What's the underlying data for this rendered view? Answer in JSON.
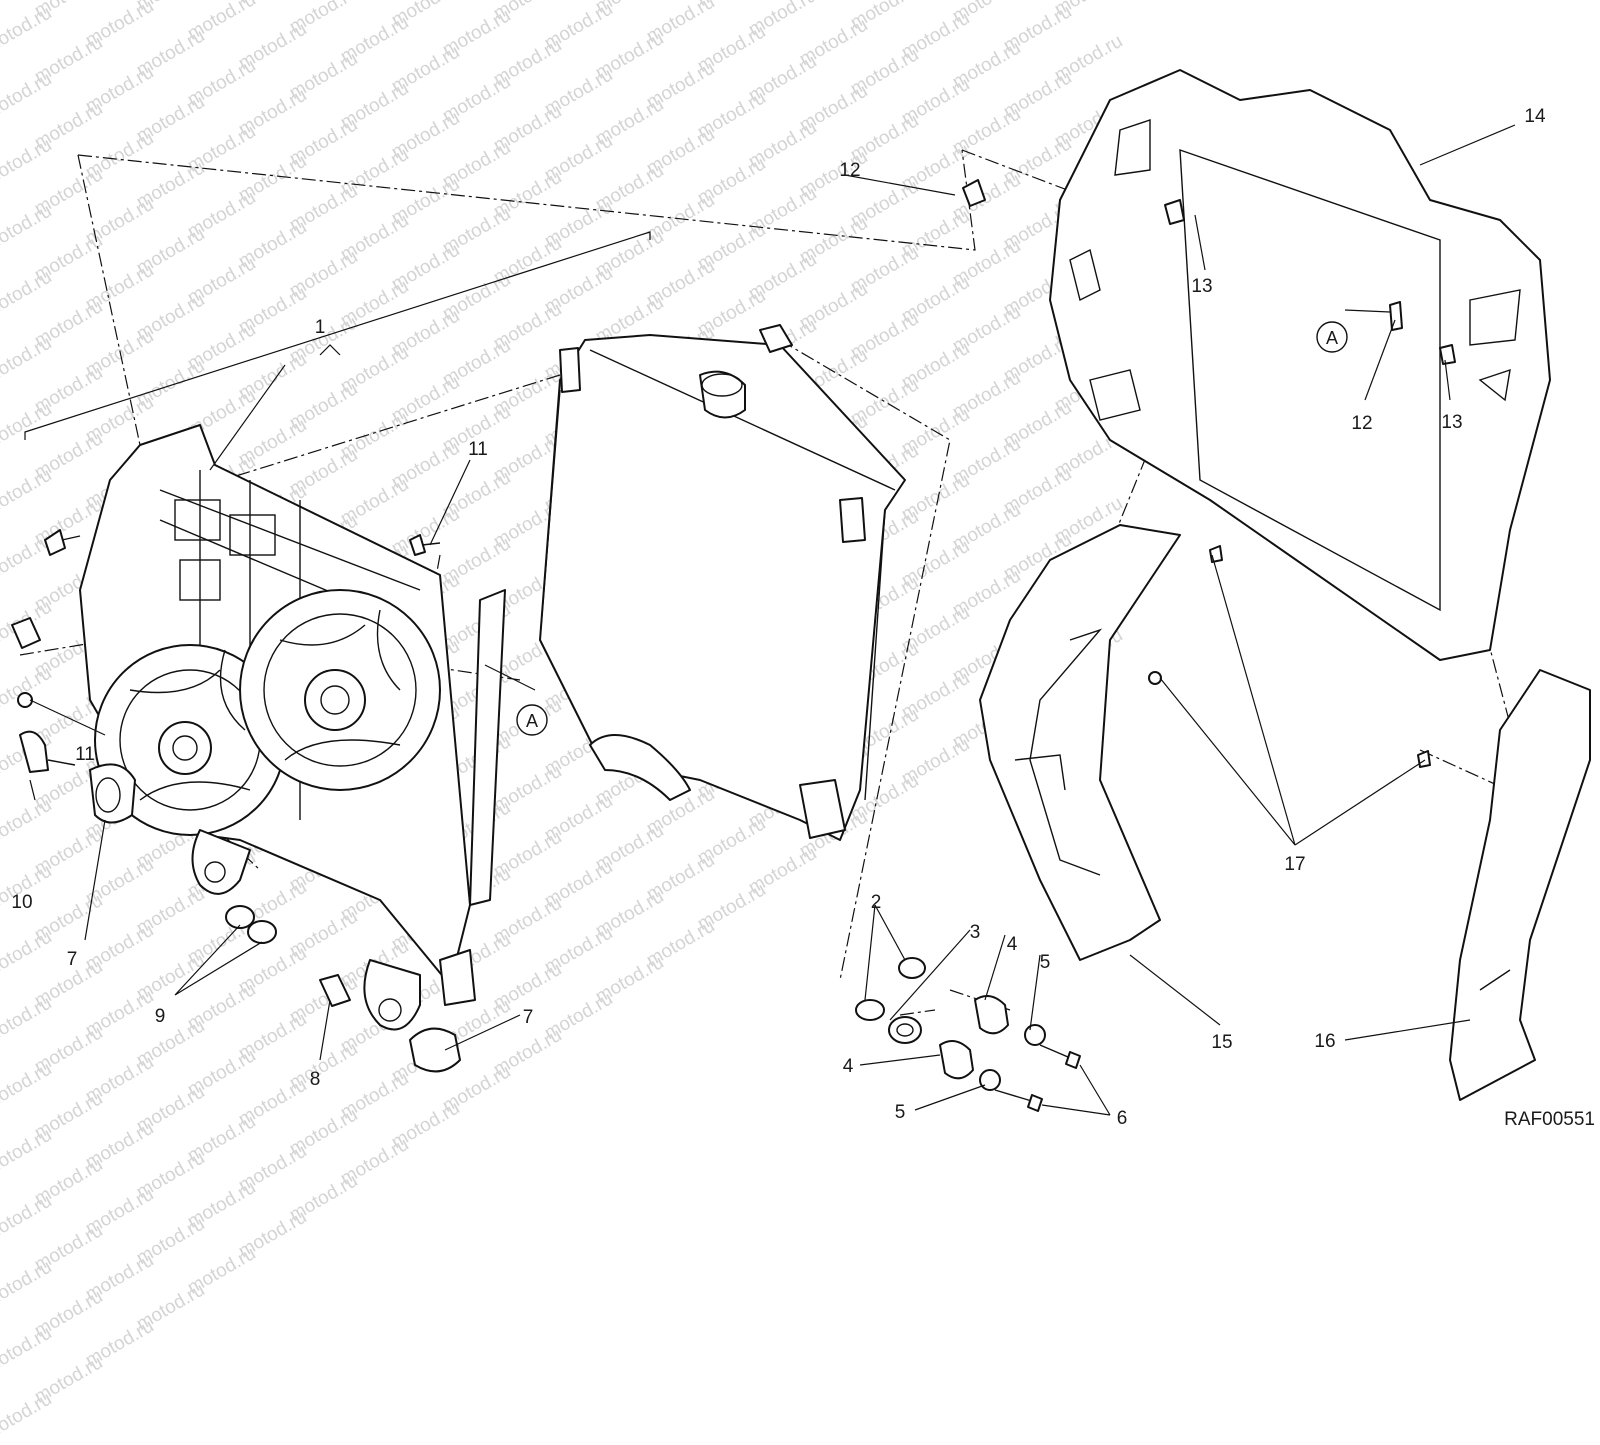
{
  "watermark": {
    "text": "motod.ru"
  },
  "drawing_code": "RAF00551",
  "reference_marker": "A",
  "callouts": [
    {
      "id": "c1",
      "label": "1"
    },
    {
      "id": "c2",
      "label": "2"
    },
    {
      "id": "c3",
      "label": "3"
    },
    {
      "id": "c4a",
      "label": "4"
    },
    {
      "id": "c4b",
      "label": "4"
    },
    {
      "id": "c5a",
      "label": "5"
    },
    {
      "id": "c5b",
      "label": "5"
    },
    {
      "id": "c6",
      "label": "6"
    },
    {
      "id": "c7a",
      "label": "7"
    },
    {
      "id": "c7b",
      "label": "7"
    },
    {
      "id": "c8",
      "label": "8"
    },
    {
      "id": "c9",
      "label": "9"
    },
    {
      "id": "c10",
      "label": "10"
    },
    {
      "id": "c11a",
      "label": "11"
    },
    {
      "id": "c11b",
      "label": "11"
    },
    {
      "id": "c12a",
      "label": "12"
    },
    {
      "id": "c12b",
      "label": "12"
    },
    {
      "id": "c13a",
      "label": "13"
    },
    {
      "id": "c13b",
      "label": "13"
    },
    {
      "id": "c14",
      "label": "14"
    },
    {
      "id": "c15",
      "label": "15"
    },
    {
      "id": "c16",
      "label": "16"
    },
    {
      "id": "c17",
      "label": "17"
    }
  ]
}
